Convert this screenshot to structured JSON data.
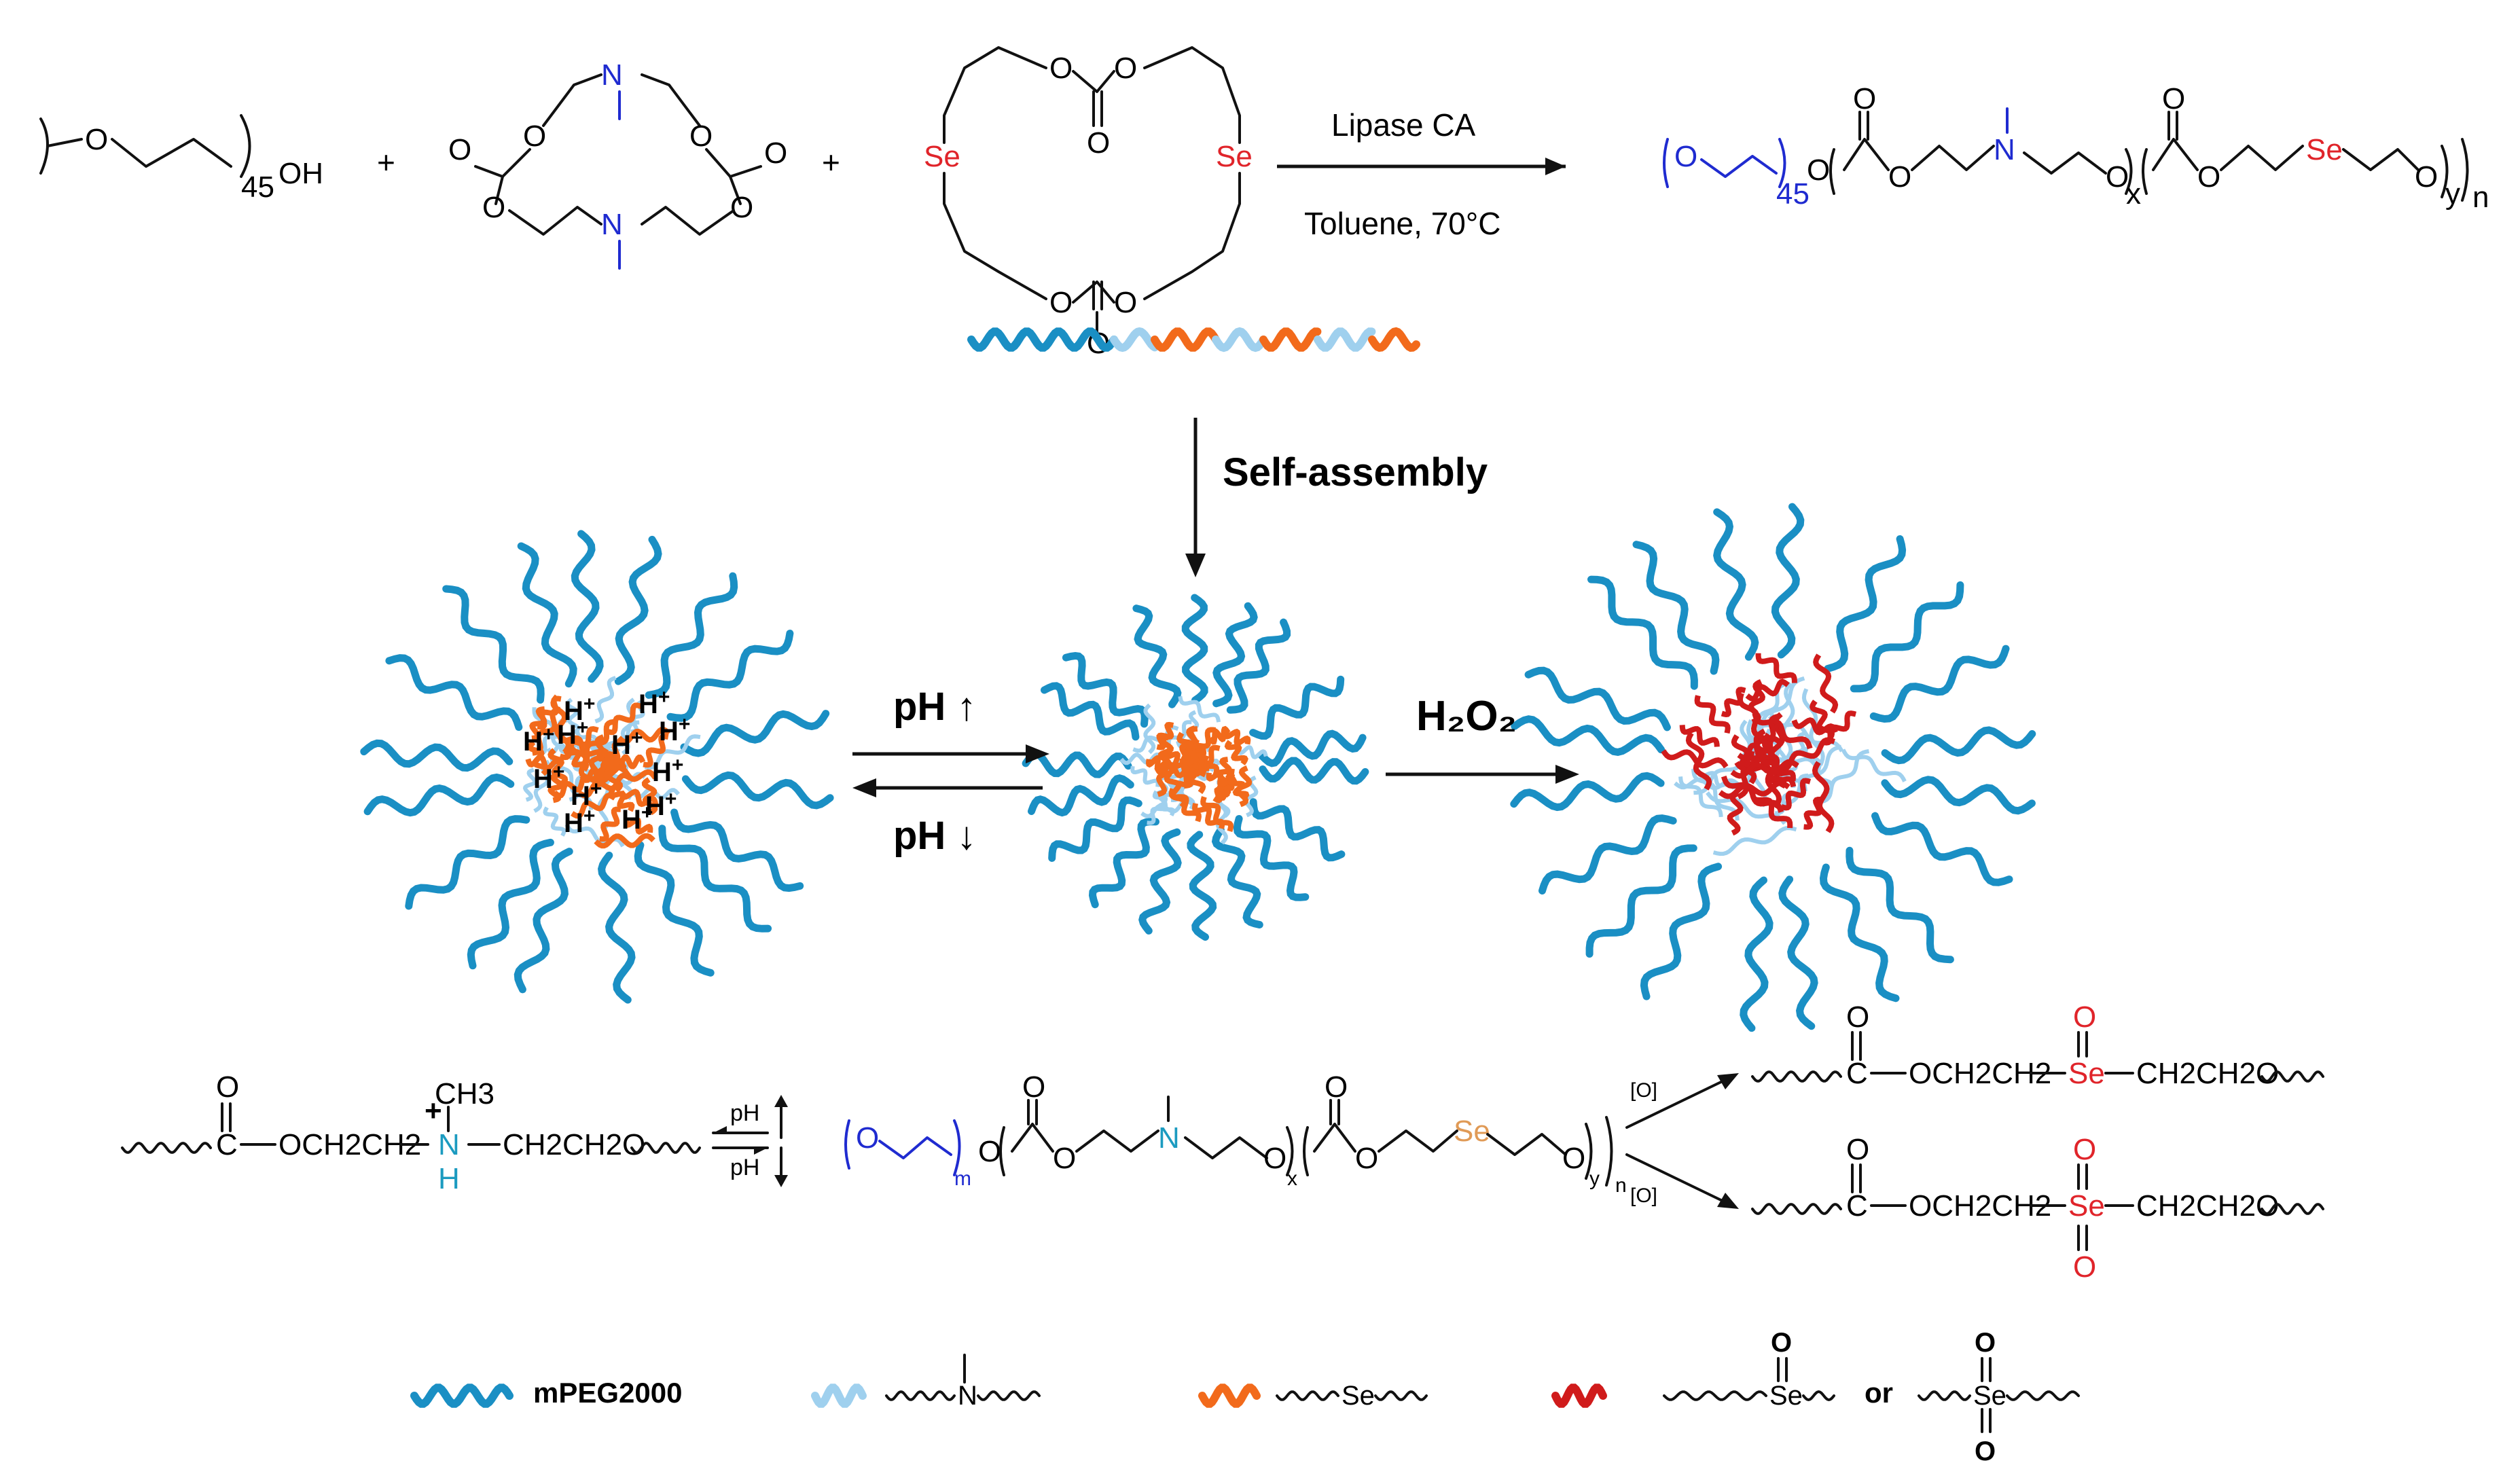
{
  "colors": {
    "peg": "#1a8fc4",
    "amine": "#9fd0ee",
    "selenide": "#f26a1b",
    "oxidized": "#d01b1b",
    "nitrogen_blue": "#1f2bd0",
    "nitrogen_teal": "#1c9bc0",
    "selenium_red": "#e0242a",
    "selenium_orange": "#e09a56"
  },
  "reaction": {
    "reagent_peg_subscript": "45",
    "reagent_peg_end": "OH",
    "plus": "+",
    "catalyst": "Lipase CA",
    "conditions": "Toluene, 70°C",
    "atoms": {
      "O": "O",
      "N": "N",
      "Se": "Se"
    },
    "product_subscripts": {
      "peg": "45",
      "x": "x",
      "y": "y",
      "n": "n"
    }
  },
  "step_label": "Self-assembly",
  "transitions": {
    "ph_up": "pH ↑",
    "ph_down": "pH ↓",
    "oxidant": "H₂O₂",
    "proton": "H",
    "proton_charge": "+"
  },
  "mechanism": {
    "left_fragment": {
      "methyl": "CH3",
      "plus": "+",
      "nh": "N",
      "h": "H",
      "linker_left": "OCH2CH2",
      "linker_right": "CH2CH2O",
      "carbonyl_c": "C",
      "carbonyl_o": "O"
    },
    "eq_ph_top": "pH",
    "eq_ph_bottom": "pH",
    "center_subscripts": {
      "m": "m",
      "x": "x",
      "y": "y",
      "n": "n"
    },
    "oxidation_label": "[O]",
    "product_selenoxide": {
      "linker_left": "OCH2CH2",
      "se": "Se",
      "o": "O",
      "linker_right": "CH2CH2O"
    },
    "product_selenone": {
      "linker_left": "OCH2CH2",
      "se": "Se",
      "o_top": "O",
      "o_bottom": "O",
      "linker_right": "CH2CH2O"
    }
  },
  "legend": [
    {
      "key": "peg",
      "label": "mPEG2000"
    },
    {
      "key": "amine",
      "symbol": "N"
    },
    {
      "key": "selenide",
      "symbol": "Se"
    },
    {
      "key": "oxidized",
      "symbol_a": "Se",
      "symbol_b": "Se",
      "connector": "or",
      "o": "O"
    }
  ]
}
